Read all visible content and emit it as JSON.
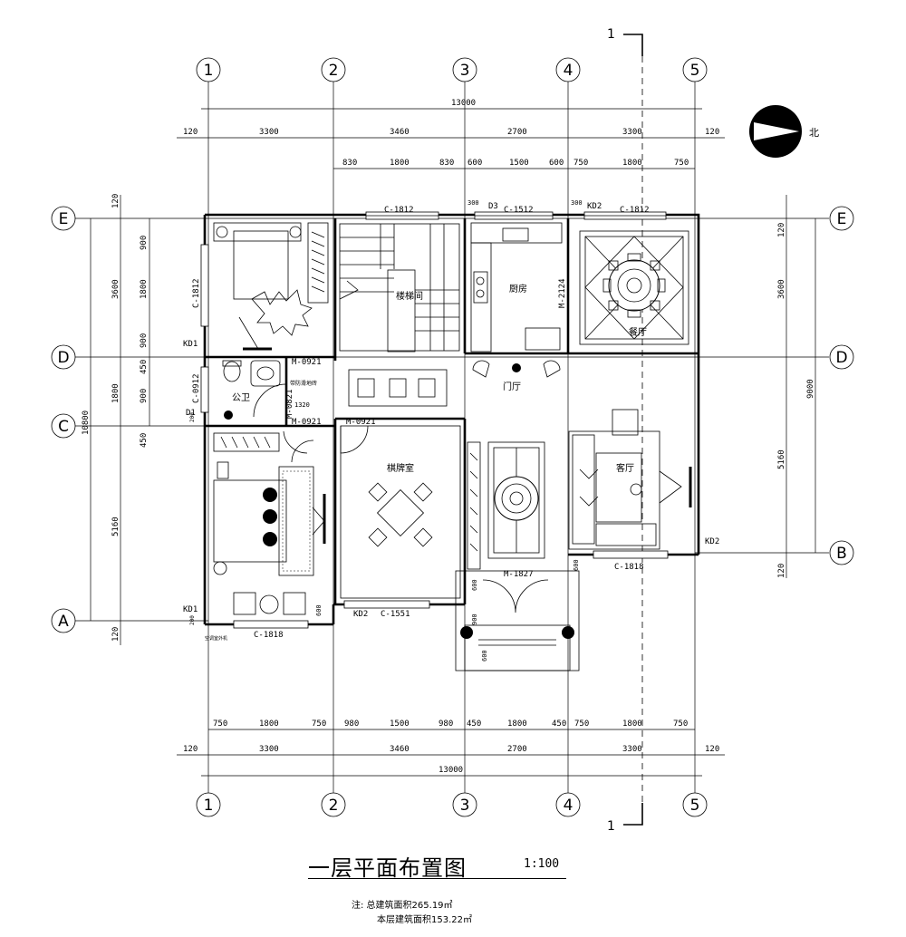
{
  "drawing": {
    "title": "一层平面布置图",
    "scale": "1:100",
    "notes": [
      "注: 总建筑面积265.19㎡",
      "本层建筑面积153.22㎡"
    ],
    "north_label": "北",
    "section_mark": "1"
  },
  "axes": {
    "columns": [
      "1",
      "2",
      "3",
      "4",
      "5"
    ],
    "rows": [
      "E",
      "D",
      "C",
      "B",
      "A"
    ]
  },
  "dimensions": {
    "top_total": "13000",
    "top_spans": [
      "120",
      "3300",
      "3460",
      "2700",
      "3300",
      "120"
    ],
    "top_detail": [
      "830",
      "1800",
      "830",
      "600",
      "1500",
      "600",
      "750",
      "1800",
      "750"
    ],
    "bottom_total": "13000",
    "bottom_spans": [
      "120",
      "3300",
      "3460",
      "2700",
      "3300",
      "120"
    ],
    "bottom_detail": [
      "750",
      "1800",
      "750",
      "980",
      "1500",
      "980",
      "450",
      "1800",
      "450",
      "750",
      "1800",
      "750"
    ],
    "left_outer": "10800",
    "left_spans": [
      "120",
      "3600",
      "1800",
      "5160",
      "120"
    ],
    "left_detail": [
      "900",
      "1800",
      "900",
      "450",
      "900",
      "450"
    ],
    "right_outer": "9000",
    "right_spans": [
      "120",
      "3600",
      "5160",
      "120"
    ],
    "misc": [
      "300",
      "300",
      "1320",
      "600",
      "600",
      "900",
      "600",
      "600",
      "200",
      "200"
    ]
  },
  "rooms": {
    "stair": "楼梯间",
    "kitchen": "厨房",
    "dining": "餐厅",
    "foyer": "门厅",
    "chess": "棋牌室",
    "living": "客厅",
    "wc": "公卫",
    "wc_note": "带防滑地砖"
  },
  "openings": {
    "c1812_top_a": "C-1812",
    "c1512": "C-1512",
    "c1812_top_b": "C-1812",
    "c1812_left": "C-1812",
    "c0912": "C-0912",
    "m0921_a": "M-0921",
    "m0821": "M-0821",
    "m0921_b": "M-0921",
    "m0921_c": "M-0921",
    "m2124": "M-2124",
    "m1827": "M-1827",
    "c1551": "C-1551",
    "c1818_a": "C-1818",
    "c1818_b": "C-1818",
    "d3": "D3",
    "kd2_a": "KD2",
    "kd2_b": "KD2",
    "kd2_c": "KD2",
    "kd1_a": "KD1",
    "kd1_b": "KD1",
    "d1": "D1",
    "ac": "空调室外机"
  }
}
